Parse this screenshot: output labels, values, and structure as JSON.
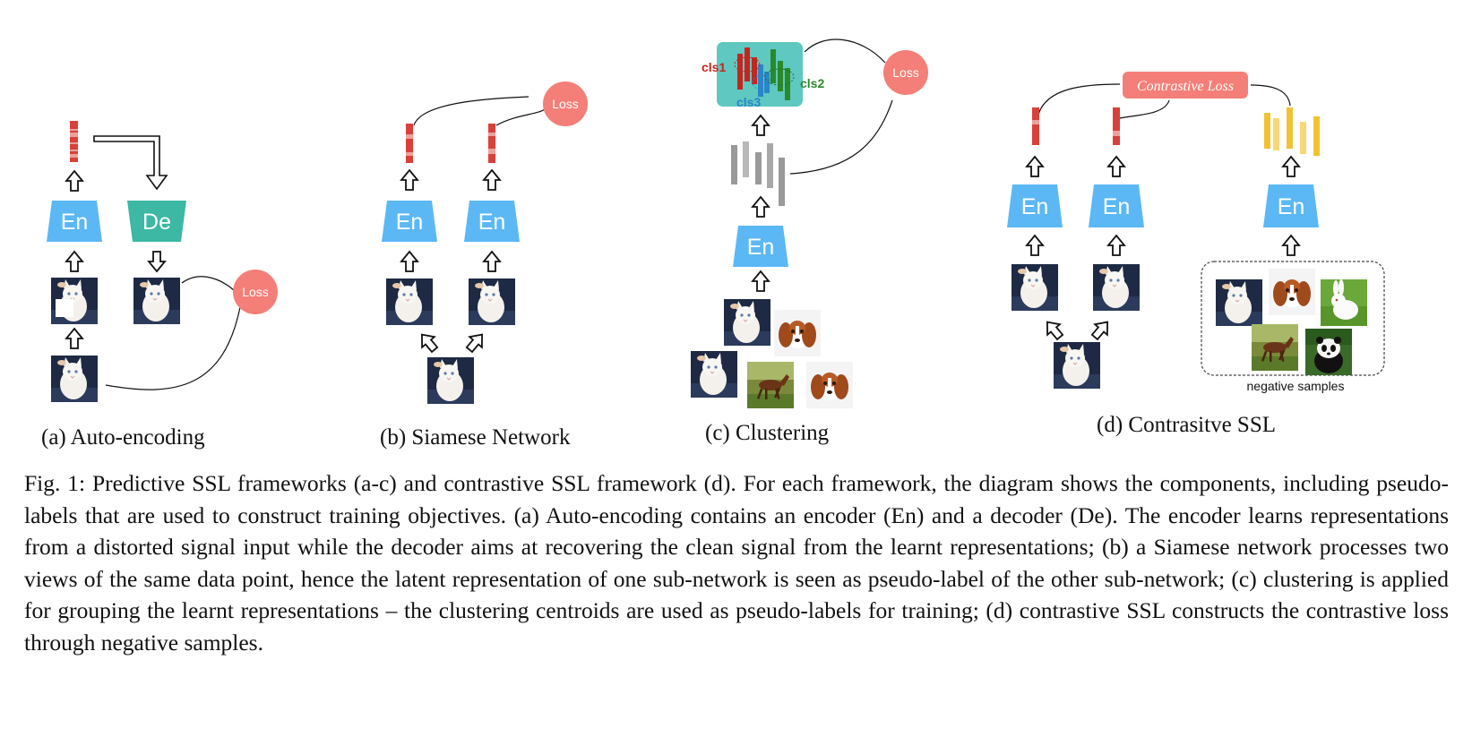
{
  "panels": {
    "a": {
      "caption": "(a) Auto-encoding",
      "encoder": "En",
      "decoder": "De",
      "loss": "Loss"
    },
    "b": {
      "caption": "(b) Siamese Network",
      "encoder": "En",
      "loss": "Loss"
    },
    "c": {
      "caption": "(c) Clustering",
      "encoder": "En",
      "loss": "Loss",
      "clusters": [
        "cls1",
        "cls2",
        "cls3"
      ]
    },
    "d": {
      "caption": "(d) Contrasitve SSL",
      "encoder": "En",
      "loss": "Contrastive Loss",
      "negatives_label": "negative samples"
    }
  },
  "caption": "Fig. 1: Predictive SSL frameworks (a-c) and contrastive SSL framework (d). For each framework, the diagram shows the components, including pseudo-labels that are used to construct training objectives. (a) Auto-encoding contains an encoder (En) and a decoder (De). The encoder learns representations from a distorted signal input while the decoder aims at recovering the clean signal from the learnt representations; (b) a Siamese network processes two views of the same data point, hence the latent representation of one sub-network is seen as pseudo-label of the other sub-network; (c) clustering is applied for grouping the learnt representations – the clustering centroids are used as pseudo-labels for training; (d) contrastive SSL constructs the contrastive loss through negative samples.",
  "colors": {
    "encoder": "#5bb8f5",
    "decoder": "#3cb8a4",
    "loss": "#f47f78",
    "feature_red": "#d9403a",
    "feature_gray": "#9a9a9a",
    "feature_yellow": "#f2c233",
    "cluster_bg": "#5fc8c0",
    "cls1": "#c3261f",
    "cls2": "#2a8a2a",
    "cls3": "#2a86c8"
  },
  "icons": [
    "up-arrow-icon",
    "down-arrow-icon",
    "cat-image",
    "dog-image",
    "horse-image",
    "rabbit-image",
    "panda-image"
  ]
}
